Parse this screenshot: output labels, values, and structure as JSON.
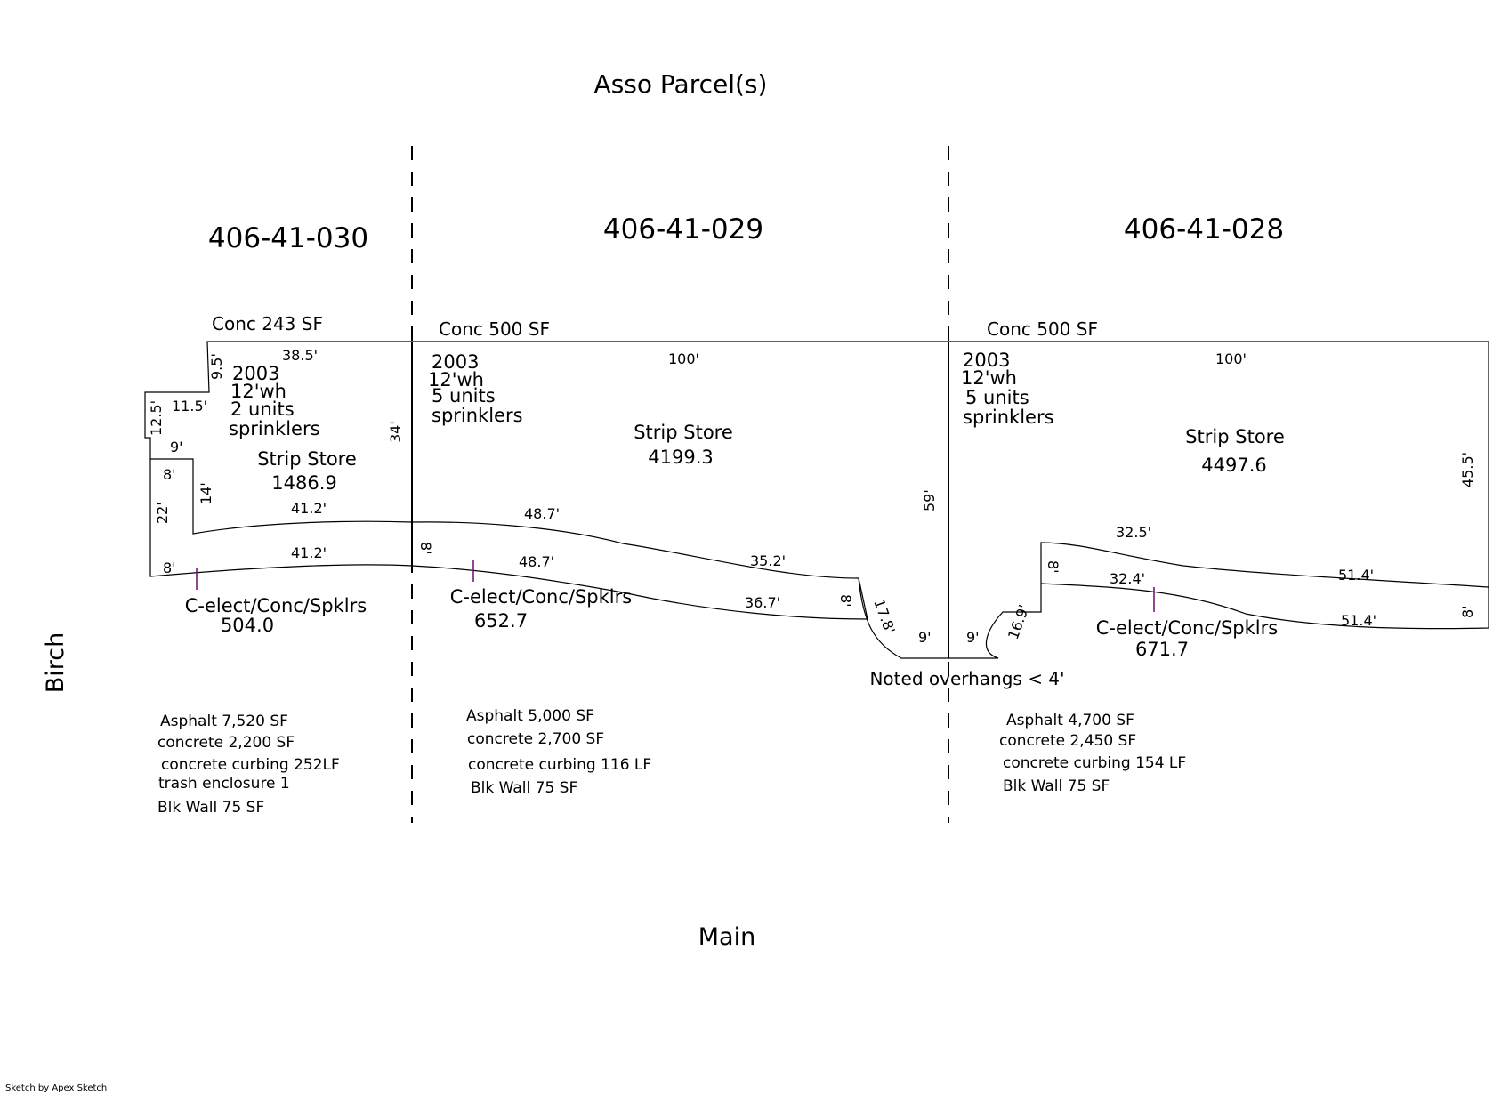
{
  "title": "Asso Parcel(s)",
  "streets": {
    "west": "Birch",
    "south": "Main"
  },
  "parcels": [
    {
      "id": "406-41-030",
      "conc": "Conc 243 SF",
      "building": {
        "year": "2003",
        "wall_height": "12'wh",
        "units": "2 units",
        "sprinklers": "sprinklers",
        "type": "Strip Store",
        "area": "1486.9"
      },
      "canopy": {
        "label": "C-elect/Conc/Spklrs",
        "area": "504.0"
      },
      "land": [
        "Asphalt 7,520 SF",
        "concrete 2,200 SF",
        "concrete curbing 252LF",
        "trash enclosure  1",
        "Blk Wall 75 SF"
      ]
    },
    {
      "id": "406-41-029",
      "conc": "Conc 500 SF",
      "building": {
        "year": "2003",
        "wall_height": "12'wh",
        "units": "5 units",
        "sprinklers": "sprinklers",
        "type": "Strip Store",
        "area": "4199.3"
      },
      "canopy": {
        "label": "C-elect/Conc/Spklrs",
        "area": "652.7"
      },
      "land": [
        "Asphalt 5,000 SF",
        "concrete 2,700 SF",
        "concrete curbing 116 LF",
        "Blk Wall 75 SF"
      ]
    },
    {
      "id": "406-41-028",
      "conc": "Conc 500 SF",
      "building": {
        "year": "2003",
        "wall_height": "12'wh",
        "units": "5 units",
        "sprinklers": "sprinklers",
        "type": "Strip Store",
        "area": "4497.6"
      },
      "canopy": {
        "label": "C-elect/Conc/Spklrs",
        "area": "671.7"
      },
      "land": [
        "Asphalt 4,700 SF",
        "concrete 2,450 SF",
        "concrete curbing 154 LF",
        "Blk Wall 75 SF"
      ]
    }
  ],
  "dimensions": {
    "d_38_5": "38.5'",
    "d_9_5": "9.5'",
    "d_11_5": "11.5'",
    "d_12_5": "12.5'",
    "d_9a": "9'",
    "d_8a": "8'",
    "d_14": "14'",
    "d_22": "22'",
    "d_8b": "8'",
    "d_41_2a": "41.2'",
    "d_41_2b": "41.2'",
    "d_34": "34'",
    "d_100a": "100'",
    "d_48_7a": "48.7'",
    "d_48_7b": "48.7'",
    "d_8c": "8'",
    "d_35_2": "35.2'",
    "d_36_7": "36.7'",
    "d_8d": "8'",
    "d_17_8": "17.8'",
    "d_9b": "9'",
    "d_59": "59'",
    "d_9c": "9'",
    "d_16_9": "16.9'",
    "d_100b": "100'",
    "d_8e": "8'",
    "d_32_5": "32.5'",
    "d_32_4": "32.4'",
    "d_51_4a": "51.4'",
    "d_51_4b": "51.4'",
    "d_45_5": "45.5'",
    "d_8f": "8'"
  },
  "note": "Noted overhangs < 4'",
  "footer": "Sketch by Apex Sketch"
}
